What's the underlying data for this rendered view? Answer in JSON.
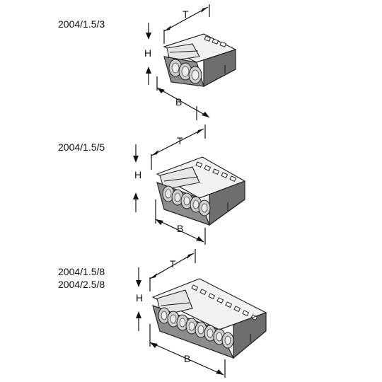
{
  "connectors": [
    {
      "models": [
        "2004/1.5/3"
      ],
      "poles": 3,
      "dims": {
        "t": "T",
        "h": "H",
        "b": "B"
      }
    },
    {
      "models": [
        "2004/1.5/5"
      ],
      "poles": 5,
      "dims": {
        "t": "T",
        "h": "H",
        "b": "B"
      }
    },
    {
      "models": [
        "2004/1.5/8",
        "2004/2.5/8"
      ],
      "poles": 8,
      "dims": {
        "t": "T",
        "h": "H",
        "b": "B"
      }
    }
  ]
}
